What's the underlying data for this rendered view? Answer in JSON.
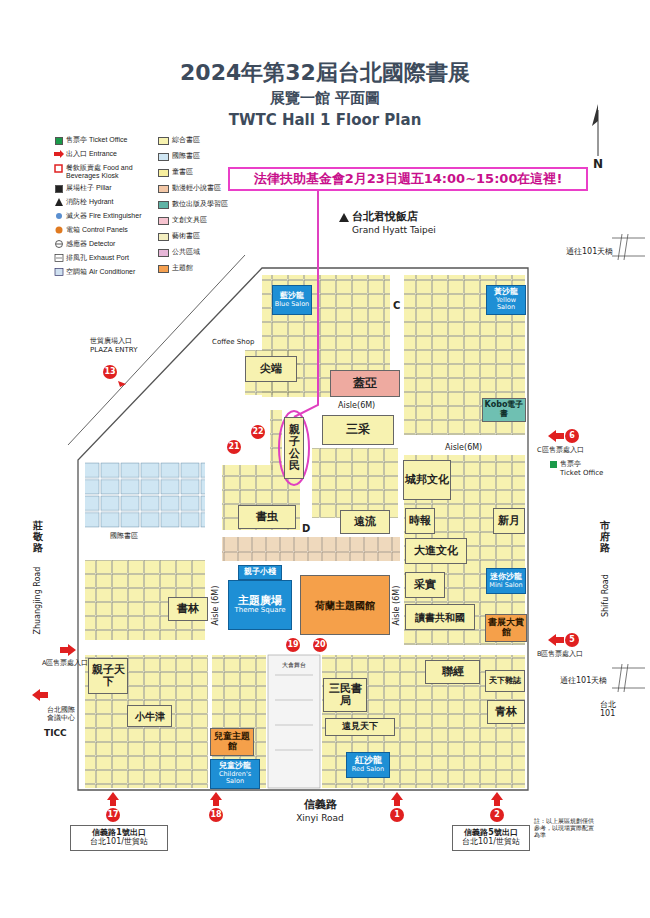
{
  "diagram": {
    "title": "2024年第32屆台北國際書展",
    "nodes": [
      {
        "text": [
          "法律扶助基金會2月23日週五14:00~15:00在這裡!"
        ]
      },
      {
        "text": [
          "藍沙龍",
          "Blue Salon"
        ]
      },
      {
        "text": [
          "黃沙龍",
          "Yellow Salon"
        ]
      },
      {
        "text": [
          "尖端"
        ]
      },
      {
        "text": [
          "蓋亞"
        ]
      },
      {
        "text": [
          "親子公民"
        ]
      },
      {
        "text": [
          "三采"
        ]
      },
      {
        "text": [
          "Kobo電子書"
        ]
      },
      {
        "text": [
          "城邦文化"
        ]
      },
      {
        "text": [
          "書虫"
        ]
      },
      {
        "text": [
          "遠流"
        ]
      },
      {
        "text": [
          "時報"
        ]
      },
      {
        "text": [
          "新月"
        ]
      },
      {
        "text": [
          "大進文化"
        ]
      },
      {
        "text": [
          "親子小棧"
        ]
      },
      {
        "text": [
          "主題廣場",
          "Theme Square"
        ]
      },
      {
        "text": [
          "荷蘭主題國館"
        ]
      },
      {
        "text": [
          "采實"
        ]
      },
      {
        "text": [
          "讀書共和國"
        ]
      },
      {
        "text": [
          "迷你沙龍",
          "Mini Salon"
        ]
      },
      {
        "text": [
          "書展大賞館"
        ]
      },
      {
        "text": [
          "書林"
        ]
      },
      {
        "text": [
          "親子天下"
        ]
      },
      {
        "text": [
          "三民書局"
        ]
      },
      {
        "text": [
          "聯經"
        ]
      },
      {
        "text": [
          "天下雜誌"
        ]
      },
      {
        "text": [
          "遠見天下"
        ]
      },
      {
        "text": [
          "青林"
        ]
      },
      {
        "text": [
          "小牛津"
        ]
      },
      {
        "text": [
          "兒童主題館"
        ]
      },
      {
        "text": [
          "兒童沙龍",
          "Children's Salon"
        ]
      },
      {
        "text": [
          "紅沙龍",
          "Red Salon"
        ]
      },
      {
        "text": [
          "信義路1號出口",
          "台北101/世貿站"
        ]
      },
      {
        "text": [
          "信義路5號出口",
          "台北101/世貿站"
        ]
      }
    ],
    "edges": [
      {
        "from": 0,
        "to": 5,
        "arrow": "none"
      }
    ],
    "labels": [
      "展覽一館 平面圖",
      "TWTC Hall 1 Floor Plan",
      "N",
      "台北君悅飯店",
      "Grand Hyatt Taipei",
      "通往101天橋",
      "世貿廣場入口",
      "PLAZA ENTRY",
      "13",
      "Coffee Shop",
      "C",
      "Aisle(6M)",
      "Aisle(6M)",
      "21",
      "22",
      "6",
      "C區售票處入口",
      "售票亭",
      "Ticket Office",
      "D",
      "國際書區",
      "莊敬路",
      "Zhuangjing Road",
      "市府路",
      "Shifu Road",
      "Aisle (6M)",
      "Aisle (6M)",
      "19",
      "20",
      "大會舞台",
      "5",
      "B區售票處入口",
      "A區售票處入口",
      "通往101天橋",
      "台北國際會議中心",
      "TICC",
      "台北101",
      "信義路",
      "Xinyi Road",
      "17",
      "18",
      "1",
      "2",
      "註：以上展區規劃僅供參考，以現場實際配置為準"
    ],
    "legend": [
      {
        "text": "售票亭 Ticket Office",
        "color": "#1a9a4a"
      },
      {
        "text": "出入口 Entrance"
      },
      {
        "text": "餐飲販賣處 Food and Beverages Kiosk"
      },
      {
        "text": "展場柱子 Pillar",
        "color": "#222222"
      },
      {
        "text": "消防栓 Hydrant"
      },
      {
        "text": "滅火器 Fire Extinguisher"
      },
      {
        "text": "電箱 Control Panels"
      },
      {
        "text": "感應器 Detector"
      },
      {
        "text": "排風孔 Exhaust Port"
      },
      {
        "text": "空調箱 Air Conditioner"
      },
      {
        "text": "綜合書區",
        "color": "#f7f2b0"
      },
      {
        "text": "國際書區",
        "color": "#cfe6f3"
      },
      {
        "text": "童書區",
        "color": "#f8ef9e"
      },
      {
        "text": "動漫輕小說書區",
        "color": "#f3c7a6"
      },
      {
        "text": "數位出版及學習區",
        "color": "#5fb3a5"
      },
      {
        "text": "文創文具區",
        "color": "#f6c3cf"
      },
      {
        "text": "藝術書區",
        "color": "#f3eec0"
      },
      {
        "text": "公共區域",
        "color": "#e7b7d8"
      },
      {
        "text": "主題館",
        "color": "#f5a050"
      }
    ]
  }
}
